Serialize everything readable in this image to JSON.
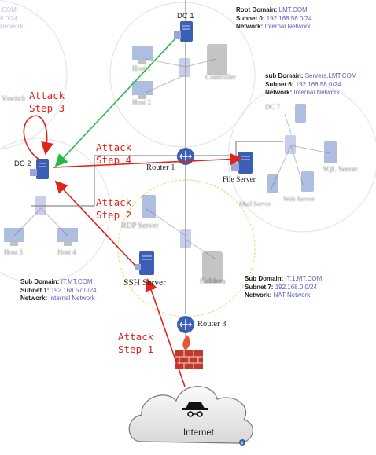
{
  "topology": {
    "root_domain": {
      "k1": "Root Domain:",
      "v1": "LMT.COM",
      "k2": "Subnet 0:",
      "v2": "192.168.56.0/24",
      "k3": "Network:",
      "v3": "Internal Network"
    },
    "servers_domain": {
      "k1": "sub Domain:",
      "v1": "Servers.LMT.COM",
      "k2": "Subnet 6:",
      "v2": "192.168.58.0/24",
      "k3": "Network:",
      "v3": "Internal Network"
    },
    "it_domain": {
      "k1": "Sub Domain:",
      "v1": "IT.MT.COM",
      "k2": "Subnet 1:",
      "v2": "192.168.57.0/24",
      "k3": "Network:",
      "v3": "Internal Network"
    },
    "it1_domain": {
      "k1": "Sub Domain:",
      "v1": "IT.1.MT.COM",
      "k2": "Subnet 7:",
      "v2": "192.168.0.0/24",
      "k3": "Network:",
      "v3": "NAT Network"
    },
    "cut_off_top_left": {
      "v1": ".COM",
      "v2": "8.0/24",
      "v3": "Network"
    }
  },
  "nodes": {
    "dc1": "DC 1",
    "dc2": "DC 2",
    "router1": "Router 1",
    "router3": "Router 3",
    "file_server": "File Server",
    "ssh_server": "SSH Server",
    "internet": "Internet",
    "host1": "Host 1",
    "host2": "Host 2",
    "controller": "Controller",
    "host3": "Host 3",
    "host4": "Host 4",
    "rdp_server": "RDP Server",
    "caldera": "Caldera",
    "dc7": "DC 7",
    "sql_server": "SQL Server",
    "mail_server": "Mail Server",
    "web_server": "Web Server",
    "vswitch": "Vswitch"
  },
  "attacks": {
    "step1": "Attack\nStep 1",
    "step2": "Attack\nStep 2",
    "step3": "Attack\nStep 3",
    "step4": "Attack\nStep 4"
  },
  "colors": {
    "attack": "#e0231d",
    "lateral": "#22bb44",
    "link": "#5b5bbf",
    "router": "#3a5fb4",
    "server": "#3a5fb4",
    "firewall": "#c0392b"
  }
}
